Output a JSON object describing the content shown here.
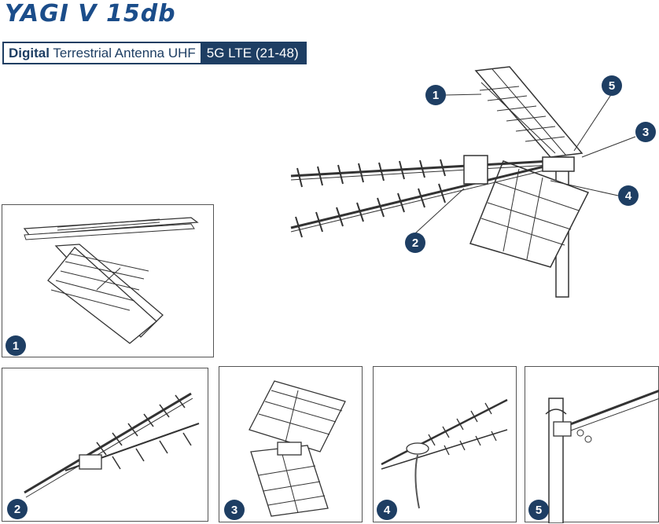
{
  "title": "YAGI V 15db",
  "subtitle": {
    "bold": "Digital",
    "rest": "Terrestrial Antenna UHF",
    "highlight": "5G LTE (21-48)"
  },
  "callouts": [
    "1",
    "2",
    "3",
    "4",
    "5"
  ],
  "panels": [
    {
      "number": "1"
    },
    {
      "number": "2"
    },
    {
      "number": "3"
    },
    {
      "number": "4"
    },
    {
      "number": "5"
    }
  ],
  "colors": {
    "brand": "#1b4d8a",
    "badge": "#1e3e63"
  }
}
